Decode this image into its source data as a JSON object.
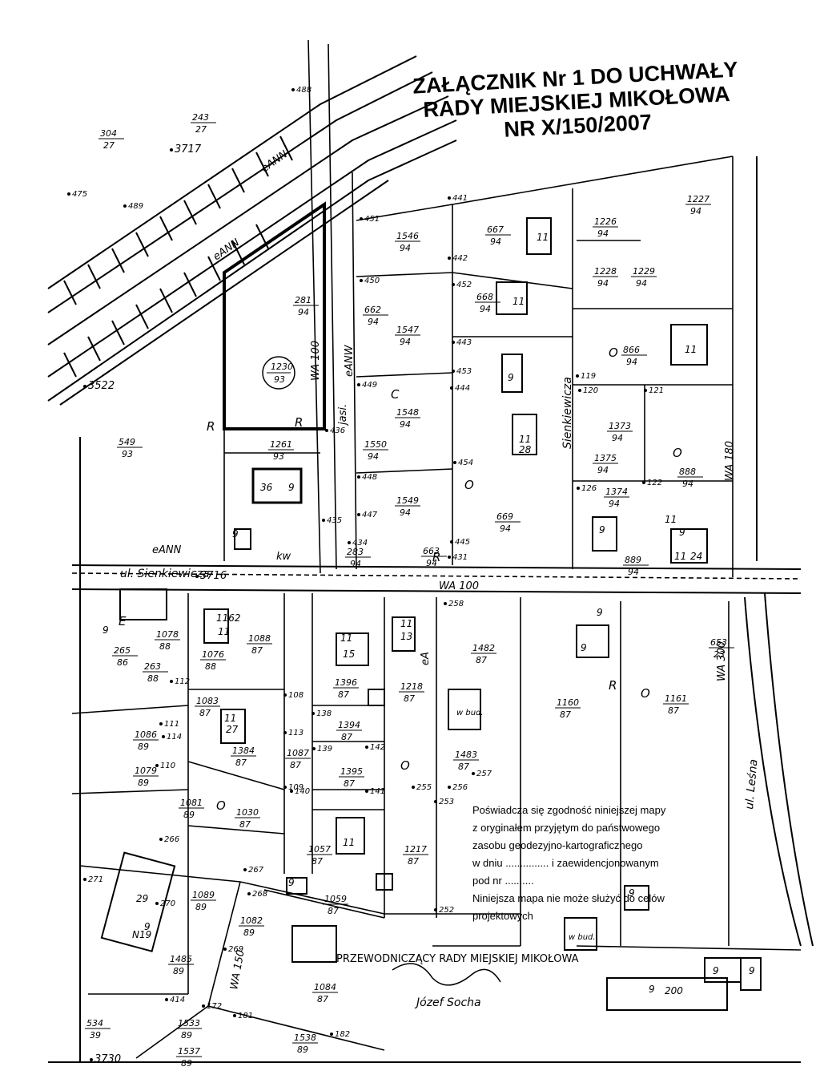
{
  "title": {
    "line1": "ZAŁĄCZNIK Nr 1 DO UCHWAŁY",
    "line2": "RADY MIEJSKIEJ MIKOŁOWA",
    "line3": "NR X/150/2007"
  },
  "street_labels": {
    "senkiewicza": "ul. Sienkiewicza",
    "lesna": "ul. Leśna",
    "sienkiewicza_vertical": "Sienkiewicza"
  },
  "utility_labels": {
    "eann1": "eANN",
    "eann2": "eANN",
    "eann3": "eANN",
    "wa100a": "WA 100",
    "wa100b": "WA 100",
    "wa300": "WA 300",
    "wa180": "WA 180",
    "kw": "kw",
    "ea": "eA",
    "wa150": "WA 150",
    "jasi": "jasi.",
    "eanw": "eANW"
  },
  "parcels": [
    {
      "num": "304",
      "den": "27"
    },
    {
      "num": "243",
      "den": "27"
    },
    {
      "num": "281",
      "den": "94"
    },
    {
      "num": "1546",
      "den": "94"
    },
    {
      "num": "667",
      "den": "94"
    },
    {
      "num": "1227",
      "den": "94"
    },
    {
      "num": "1226",
      "den": "94"
    },
    {
      "num": "1228",
      "den": "94"
    },
    {
      "num": "1229",
      "den": "94"
    },
    {
      "num": "662",
      "den": "94"
    },
    {
      "num": "668",
      "den": "94"
    },
    {
      "num": "1547",
      "den": "94"
    },
    {
      "num": "866",
      "den": "94"
    },
    {
      "num": "1548",
      "den": "94"
    },
    {
      "num": "1373",
      "den": "94"
    },
    {
      "num": "1261",
      "den": "93"
    },
    {
      "num": "549",
      "den": "93"
    },
    {
      "num": "1550",
      "den": "94"
    },
    {
      "num": "1375",
      "den": "94"
    },
    {
      "num": "888",
      "den": "94"
    },
    {
      "num": "1549",
      "den": "94"
    },
    {
      "num": "1374",
      "den": "94"
    },
    {
      "num": "669",
      "den": "94"
    },
    {
      "num": "283",
      "den": "94"
    },
    {
      "num": "663",
      "den": "94"
    },
    {
      "num": "889",
      "den": "94"
    },
    {
      "num": "1078",
      "den": "88"
    },
    {
      "num": "265",
      "den": "86"
    },
    {
      "num": "263",
      "den": "88"
    },
    {
      "num": "1076",
      "den": "88"
    },
    {
      "num": "1088",
      "den": "87"
    },
    {
      "num": "1482",
      "den": "87"
    },
    {
      "num": "653",
      "den": "23"
    },
    {
      "num": "1396",
      "den": "87"
    },
    {
      "num": "1218",
      "den": "87"
    },
    {
      "num": "1160",
      "den": "87"
    },
    {
      "num": "1161",
      "den": "87"
    },
    {
      "num": "1083",
      "den": "87"
    },
    {
      "num": "1394",
      "den": "87"
    },
    {
      "num": "1086",
      "den": "89"
    },
    {
      "num": "1384",
      "den": "87"
    },
    {
      "num": "1087",
      "den": "87"
    },
    {
      "num": "1483",
      "den": "87"
    },
    {
      "num": "1079",
      "den": "89"
    },
    {
      "num": "1395",
      "den": "87"
    },
    {
      "num": "1081",
      "den": "89"
    },
    {
      "num": "1030",
      "den": "87"
    },
    {
      "num": "1057",
      "den": "87"
    },
    {
      "num": "1217",
      "den": "87"
    },
    {
      "num": "1089",
      "den": "89"
    },
    {
      "num": "1059",
      "den": "87"
    },
    {
      "num": "1082",
      "den": "89"
    },
    {
      "num": "1485",
      "den": "89"
    },
    {
      "num": "1084",
      "den": "87"
    },
    {
      "num": "1533",
      "den": "89"
    },
    {
      "num": "1538",
      "den": "89"
    },
    {
      "num": "1537",
      "den": "89"
    },
    {
      "num": "534",
      "den": "39"
    }
  ],
  "point_numbers": [
    "475",
    "489",
    "488",
    "451",
    "441",
    "442",
    "450",
    "452",
    "443",
    "449",
    "453",
    "444",
    "436",
    "448",
    "454",
    "447",
    "435",
    "445",
    "434",
    "431",
    "119",
    "120",
    "121",
    "126",
    "122",
    "258",
    "257",
    "255",
    "256",
    "253",
    "252",
    "110",
    "111",
    "112",
    "113",
    "114",
    "138",
    "139",
    "142",
    "141",
    "140",
    "109",
    "108",
    "266",
    "267",
    "268",
    "269",
    "270",
    "271",
    "172",
    "181",
    "182",
    "414",
    "3522",
    "3716",
    "3717",
    "3730"
  ],
  "region_labels": [
    "R",
    "R",
    "R",
    "R",
    "O",
    "O",
    "O",
    "O",
    "O",
    "O",
    "E",
    "C"
  ],
  "building_labels": [
    "11",
    "11",
    "11",
    "9",
    "11",
    "28",
    "9",
    "11",
    "9",
    "11",
    "24",
    "9",
    "11",
    "15",
    "11",
    "13",
    "11",
    "27",
    "11",
    "N19",
    "29",
    "9",
    "w bud.",
    "w bud.",
    "200",
    "9",
    "36",
    "1162",
    "11",
    "9",
    "9",
    "9",
    "9",
    "9",
    "9",
    "9",
    "9"
  ],
  "circled_parcel": {
    "num": "1230",
    "den": "93"
  },
  "notice": {
    "line1": "Poświadcza się zgodność niniejszej mapy",
    "line2": "z oryginałem przyjętym do państwowego",
    "line3": "zasobu geodezyjno-kartograficznego",
    "line4": "w dniu ............... i zaewidencjonowanym",
    "line5": "pod nr ..........",
    "line6": "Niniejsza mapa nie może służyć do celów",
    "line7": "projektowych",
    "stamp": "PRZEWODNICZĄCY RADY MIEJSKIEJ MIKOŁOWA",
    "signature": "Józef Socha"
  }
}
